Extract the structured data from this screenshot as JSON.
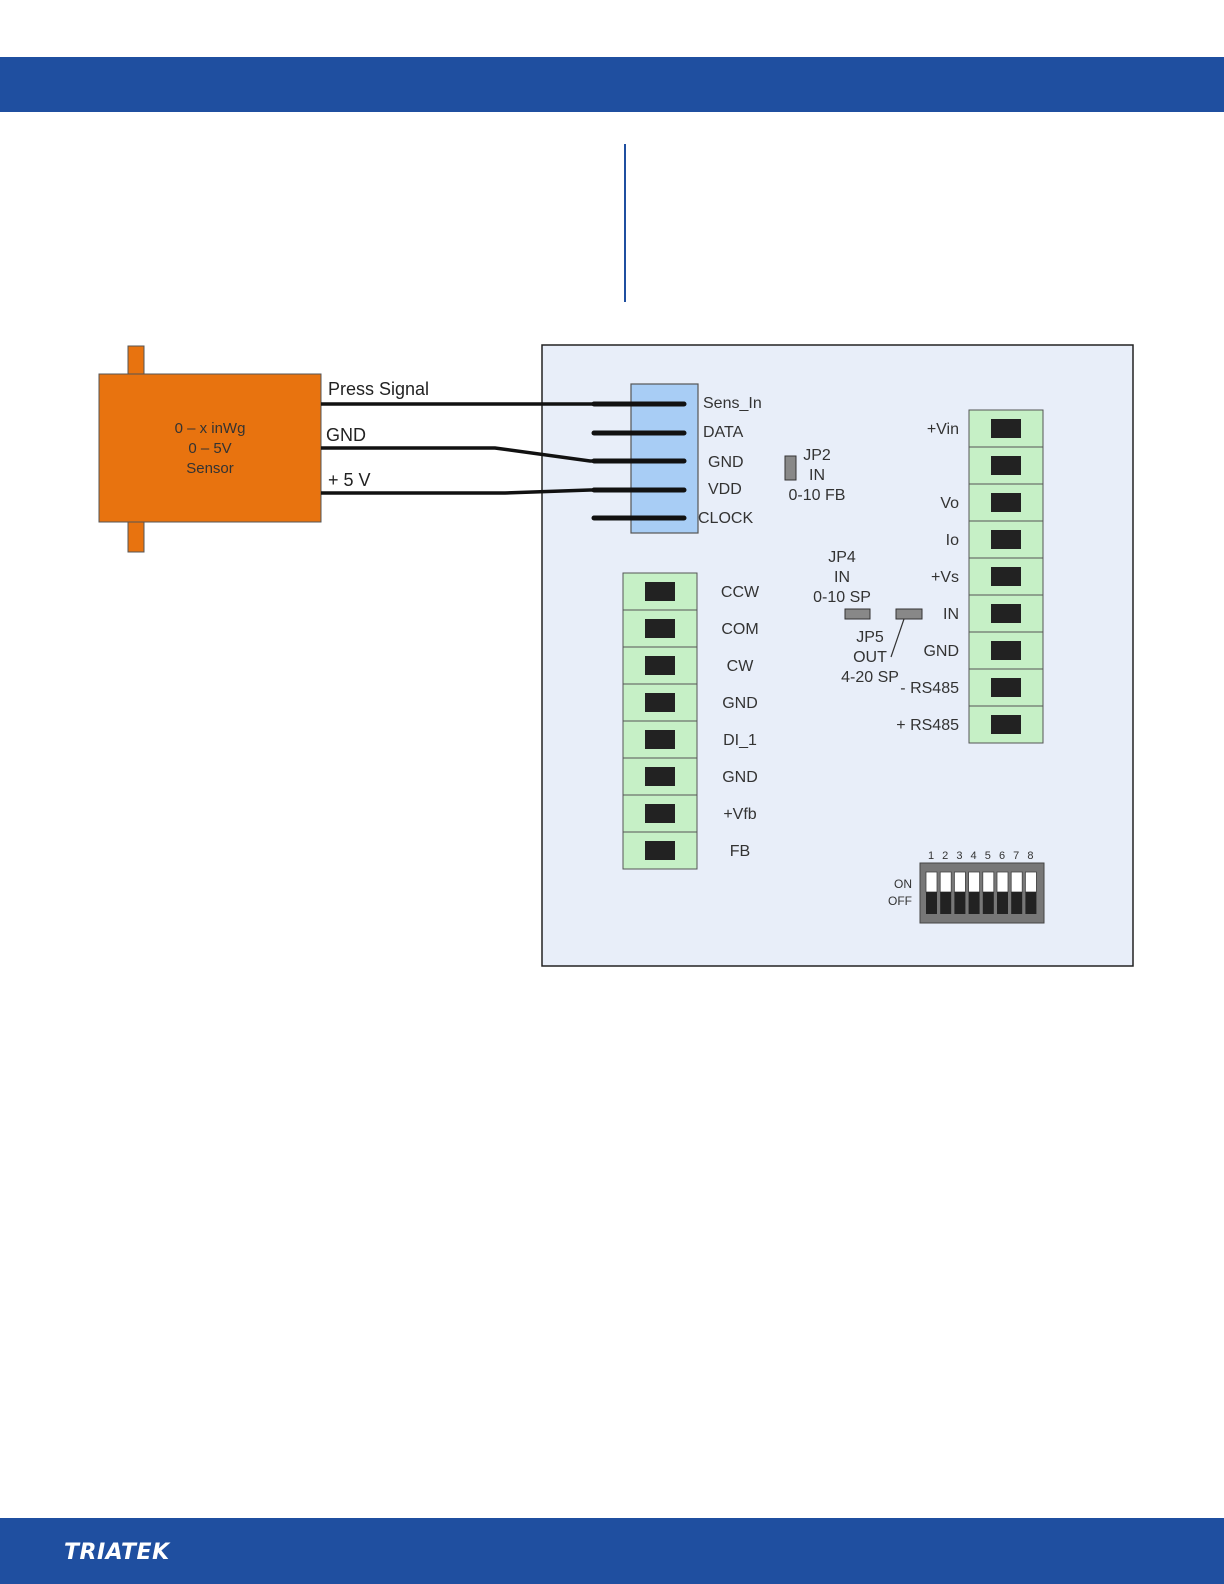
{
  "brand": {
    "logo_text": "TRIATEK",
    "primary_color": "#1f4fa0"
  },
  "sensor": {
    "line1": "0 – x inWg",
    "line2": "0 – 5V",
    "line3": "Sensor",
    "color": "#e8730f"
  },
  "wires": {
    "press_signal": "Press Signal",
    "gnd": "GND",
    "plus5v": "+ 5 V"
  },
  "sensor_connector": {
    "pins": [
      "Sens_In",
      "DATA",
      "GND",
      "VDD",
      "CLOCK"
    ]
  },
  "jumpers": {
    "jp2": {
      "name": "JP2",
      "mode": "IN",
      "desc": "0-10 FB"
    },
    "jp4": {
      "name": "JP4",
      "mode": "IN",
      "desc": "0-10 SP"
    },
    "jp5": {
      "name": "JP5",
      "mode": "OUT",
      "desc": "4-20 SP"
    }
  },
  "left_terminal": {
    "labels": [
      "CCW",
      "COM",
      "CW",
      "GND",
      "DI_1",
      "GND",
      "+Vfb",
      "FB"
    ]
  },
  "right_terminal": {
    "labels": [
      "+Vin",
      "",
      "Vo",
      "Io",
      "+Vs",
      "IN",
      "GND",
      "- RS485",
      "+ RS485"
    ]
  },
  "dip_switch": {
    "numbers": [
      "1",
      "2",
      "3",
      "4",
      "5",
      "6",
      "7",
      "8"
    ],
    "on_label": "ON",
    "off_label": "OFF"
  }
}
